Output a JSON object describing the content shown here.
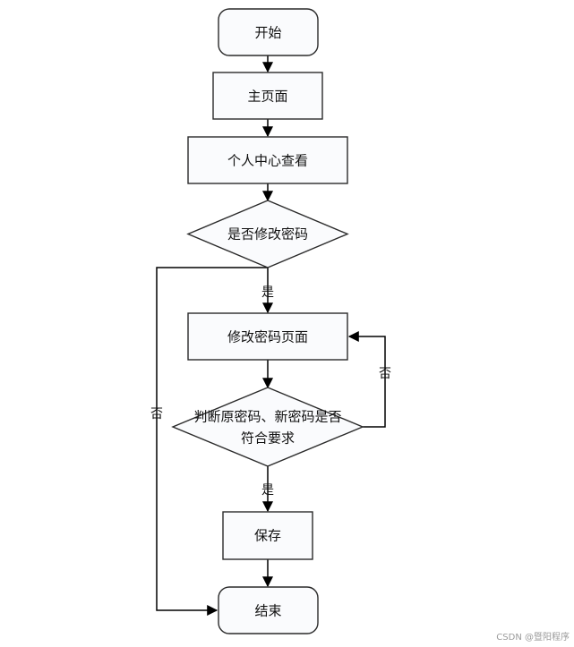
{
  "nodes": {
    "start": "开始",
    "home": "主页面",
    "profile": "个人中心查看",
    "decision_change": "是否修改密码",
    "change_page": "修改密码页面",
    "decision_valid_line1": "判断原密码、新密码是否",
    "decision_valid_line2": "符合要求",
    "save": "保存",
    "end": "结束"
  },
  "edge_labels": {
    "change_yes": "是",
    "change_no": "否",
    "valid_no": "否",
    "valid_yes": "是"
  },
  "watermark": "CSDN @暨阳程序"
}
